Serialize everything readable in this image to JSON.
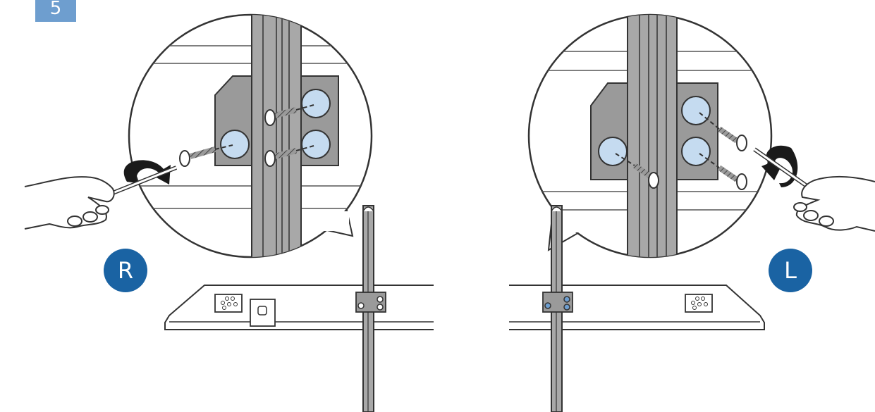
{
  "step": {
    "number": "5"
  },
  "sides": {
    "right": {
      "label": "R"
    },
    "left": {
      "label": "L"
    }
  },
  "colors": {
    "line": "#333333",
    "bracket_fill": "#9a9a9a",
    "bracket_light": "#d9d9d9",
    "pad_fill": "#c5dbf0",
    "badge_blue": "#1a63a3",
    "step_blue": "#6e9ecf",
    "tv_outline": "#333333"
  },
  "icons": [
    "screw-icon",
    "screwdriver-icon",
    "hand-icon",
    "rotation-arrow-icon"
  ]
}
